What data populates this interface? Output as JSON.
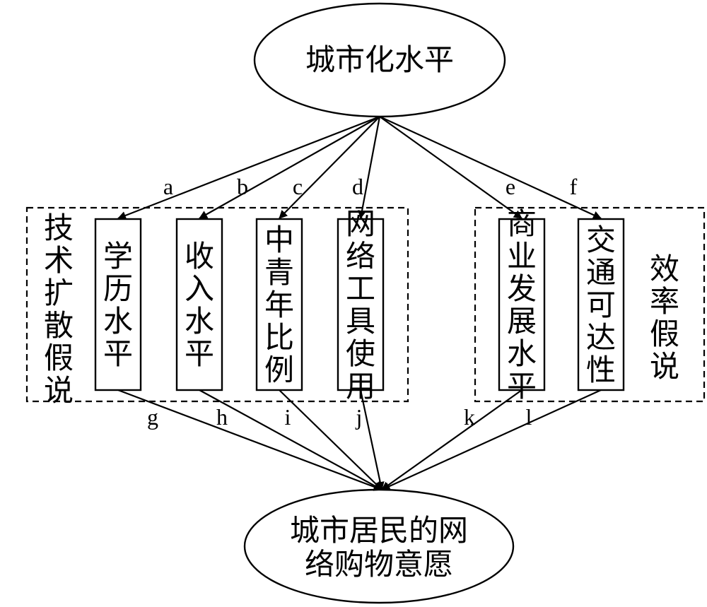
{
  "top_node": {
    "label": "城市化水平"
  },
  "bottom_node": {
    "line1": "城市居民的网",
    "line2": "络购物意愿"
  },
  "groups": {
    "tech": {
      "label": "技术扩散假说"
    },
    "efficiency": {
      "label": "效率假说"
    }
  },
  "factors": [
    {
      "id": "education",
      "label": "学历水平"
    },
    {
      "id": "income",
      "label": "收入水平"
    },
    {
      "id": "youth",
      "label": "中青年比例"
    },
    {
      "id": "internet",
      "label": "网络工具使用"
    },
    {
      "id": "commerce",
      "label": "商业发展水平"
    },
    {
      "id": "transport",
      "label": "交通可达性"
    }
  ],
  "path_labels": {
    "upper": [
      "a",
      "b",
      "c",
      "d",
      "e",
      "f"
    ],
    "lower": [
      "g",
      "h",
      "i",
      "j",
      "k",
      "l"
    ]
  }
}
